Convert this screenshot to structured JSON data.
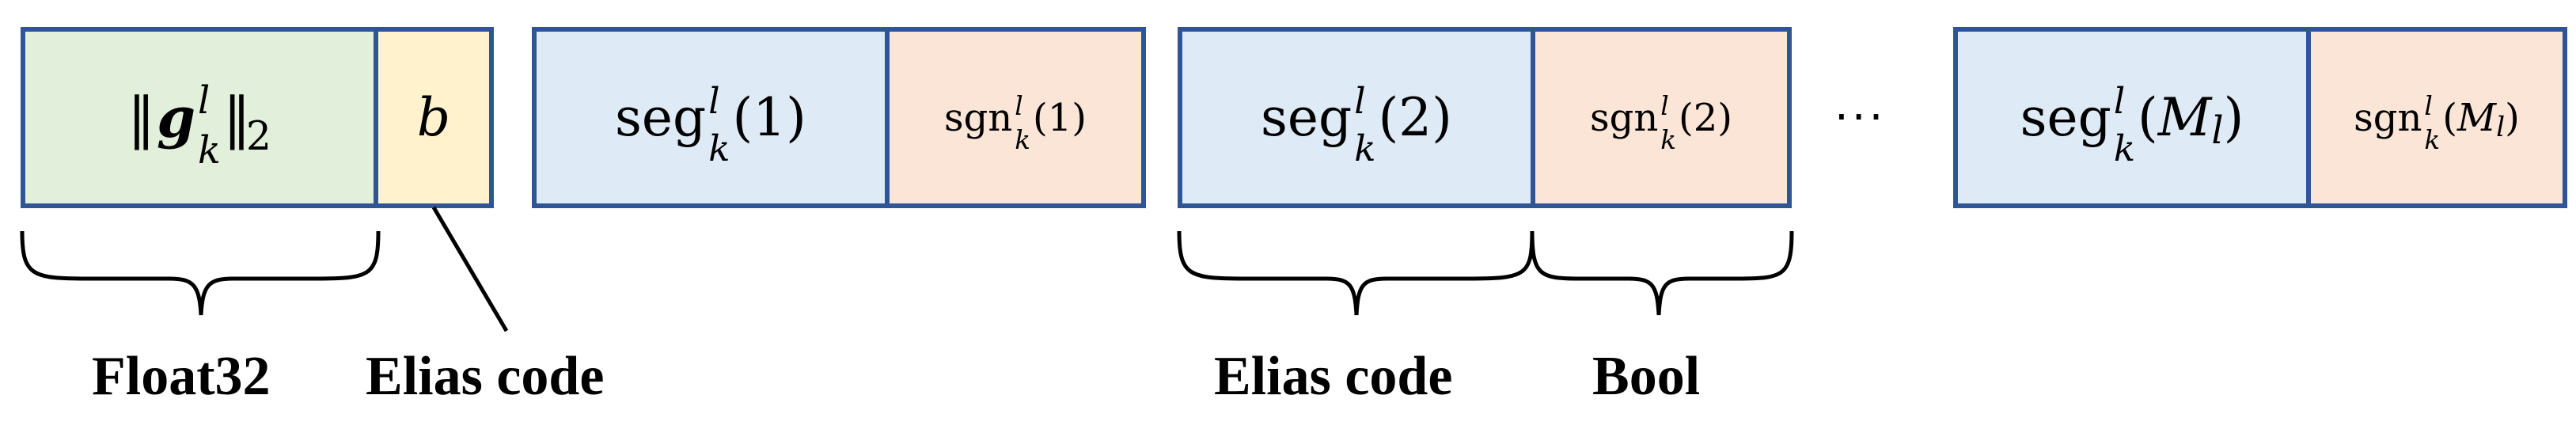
{
  "blocks": {
    "norm": {
      "letter": "g",
      "sup": "l",
      "sub": "k",
      "outer_sub": "2"
    },
    "b": {
      "text": "b"
    },
    "seg1": {
      "name": "seg",
      "sup": "l",
      "sub": "k",
      "arg": "(1)"
    },
    "sgn1": {
      "name": "sgn",
      "sup": "l",
      "sub": "k",
      "arg": "(1)"
    },
    "seg2": {
      "name": "seg",
      "sup": "l",
      "sub": "k",
      "arg": "(2)"
    },
    "sgn2": {
      "name": "sgn",
      "sup": "l",
      "sub": "k",
      "arg": "(2)"
    },
    "segM": {
      "name": "seg",
      "sup": "l",
      "sub": "k",
      "arg_open": "(",
      "arg_var": "M",
      "arg_sub": "l",
      "arg_close": ")"
    },
    "sgnM": {
      "name": "sgn",
      "sup": "l",
      "sub": "k",
      "arg_open": "(",
      "arg_var": "M",
      "arg_sub": "l",
      "arg_close": ")"
    },
    "ellipsis": "···"
  },
  "labels": {
    "float32": "Float32",
    "elias_code_1": "Elias code",
    "elias_code_2": "Elias code",
    "bool": "Bool"
  },
  "colors": {
    "border": "#2f5597",
    "norm_fill": "#e2efda",
    "b_fill": "#fff2cc",
    "seg_fill": "#deebf7",
    "sgn_fill": "#fbe5d6"
  }
}
